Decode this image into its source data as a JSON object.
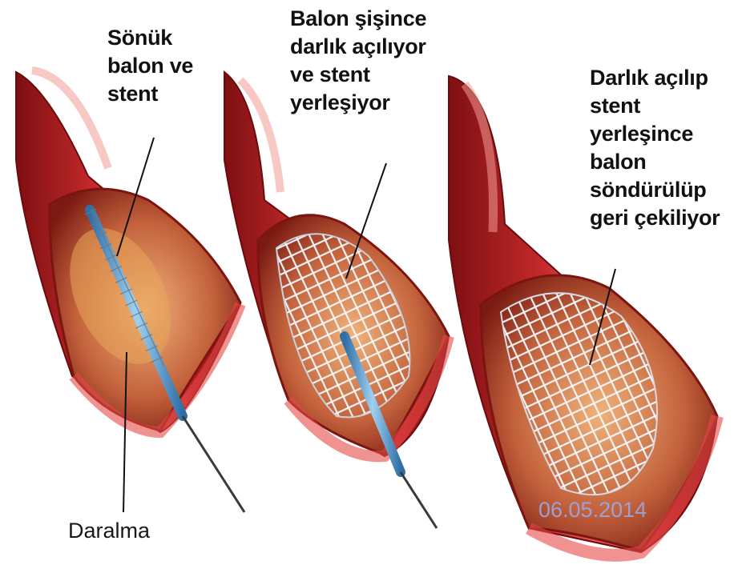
{
  "labels": {
    "stage1": [
      "Sönük",
      "balon ve",
      "stent"
    ],
    "stage2": [
      "Balon şişince",
      "darlık açılıyor",
      "ve stent",
      "yerleşiyor"
    ],
    "stage3": [
      "Darlık açılıp",
      "stent",
      "yerleşince",
      "balon",
      "söndürülüp",
      "geri çekiliyor"
    ]
  },
  "stenosis_label": "Daralma",
  "date_watermark": "06.05.2014",
  "colors": {
    "vessel_outer": "#b31b1e",
    "vessel_highlight": "#ef7a74",
    "lumen_inner": "#8f1c16",
    "plaque": "#e7a55a",
    "stent_mesh": "#eef2f6",
    "catheter": "#4d8fc3",
    "leader_line": "#111111",
    "date_text": "#9aa8e4"
  },
  "icons": [
    "artery-segment-icon",
    "stent-mesh-icon",
    "balloon-catheter-icon"
  ]
}
